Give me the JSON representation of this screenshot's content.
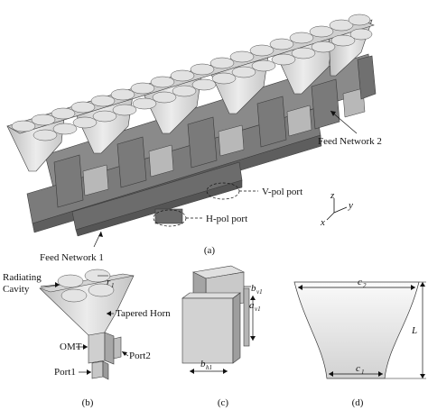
{
  "panel_a": {
    "labels": {
      "feed_network_2": "Feed Network 2",
      "v_pol_port": "V-pol port",
      "h_pol_port": "H-pol port",
      "feed_network_1": "Feed Network 1"
    },
    "axes": {
      "z": "z",
      "y": "y",
      "x": "x"
    },
    "caption": "(a)"
  },
  "panel_b": {
    "labels": {
      "radiating": "Radiating",
      "cavity": "Cavity",
      "tapered_horn": "Tapered Horn",
      "omt": "OMT",
      "port2": "Port2",
      "port1": "Port1"
    },
    "r_symbol": "r",
    "r_sub": "1",
    "caption": "(b)"
  },
  "panel_c": {
    "b_v1": {
      "main": "b",
      "sub": "v1"
    },
    "a_v1": {
      "main": "a",
      "sub": "v1"
    },
    "b_h1": {
      "main": "b",
      "sub": "h1"
    },
    "caption": "(c)"
  },
  "panel_d": {
    "c2": {
      "main": "c",
      "sub": "2"
    },
    "c1": {
      "main": "c",
      "sub": "1"
    },
    "L": "L",
    "caption": "(d)"
  },
  "colors": {
    "light_gray": "#d6d6d6",
    "mid_gray": "#a9a9a9",
    "dark_gray": "#6e6e6e",
    "outline": "#3a3a3a"
  }
}
